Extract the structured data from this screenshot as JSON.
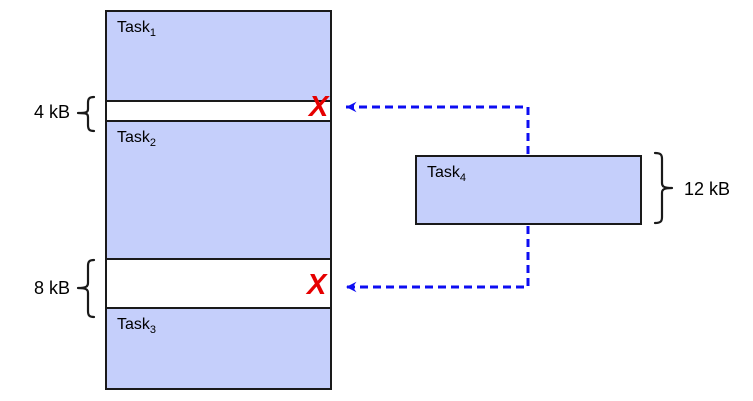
{
  "diagram": {
    "memory_column": {
      "task1": {
        "base": "Task",
        "sub": "1"
      },
      "gap1": {
        "size_label": "4 kB",
        "reject_mark": "X"
      },
      "task2": {
        "base": "Task",
        "sub": "2"
      },
      "gap2": {
        "size_label": "8 kB",
        "reject_mark": "X"
      },
      "task3": {
        "base": "Task",
        "sub": "3"
      }
    },
    "incoming_task": {
      "base": "Task",
      "sub": "4",
      "size_label": "12 kB"
    },
    "colors": {
      "task_fill": "#c5cffb",
      "box_border": "#1a1a1a",
      "arrow": "#0d0df2",
      "reject": "#e60000",
      "background": "#ffffff"
    }
  }
}
